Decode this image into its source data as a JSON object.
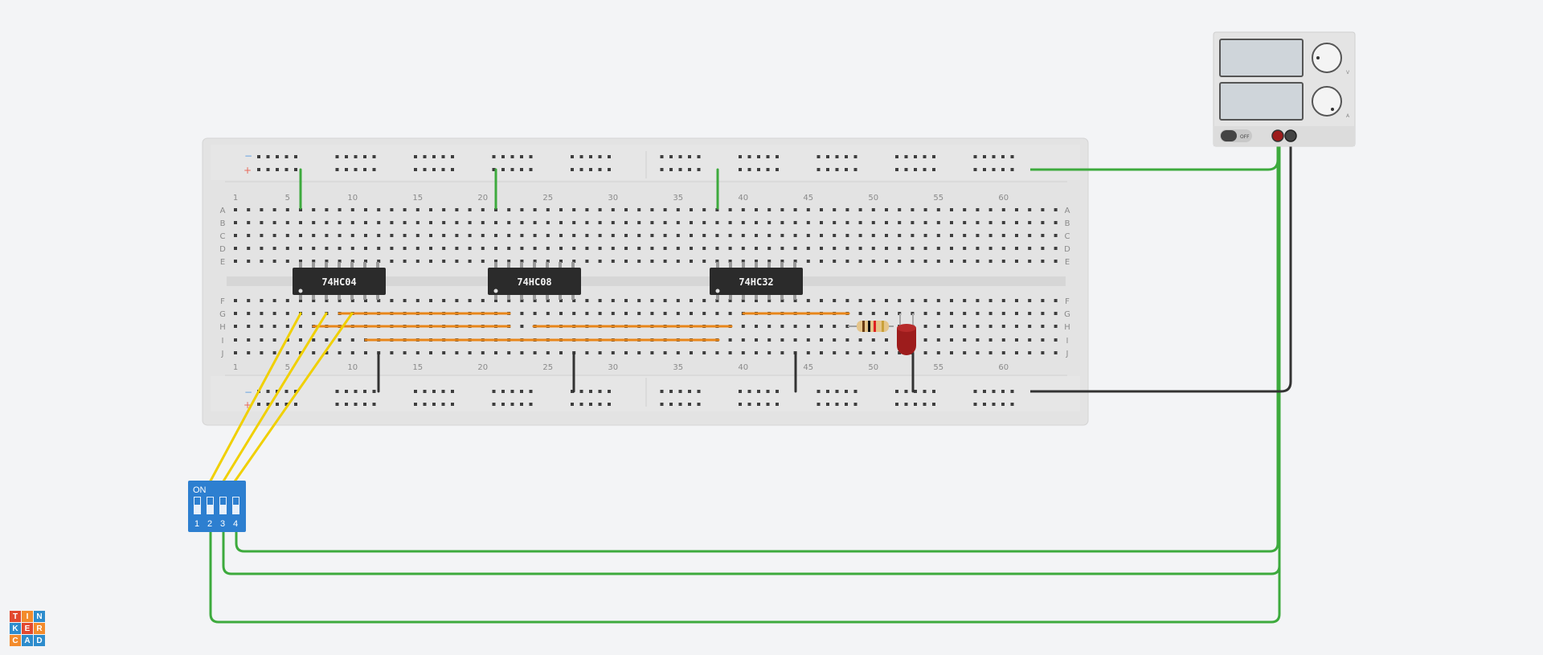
{
  "app": {
    "logo_letters": [
      "T",
      "I",
      "N",
      "K",
      "E",
      "R",
      "C",
      "A",
      "D"
    ],
    "logo_colors": [
      "#e2492f",
      "#f38b2c",
      "#2d8ccd",
      "#2d8ccd",
      "#e2492f",
      "#f38b2c",
      "#f38b2c",
      "#2d8ccd",
      "#2d8ccd"
    ]
  },
  "breadboard": {
    "row_letters_top": [
      "A",
      "B",
      "C",
      "D",
      "E"
    ],
    "row_letters_bottom": [
      "F",
      "G",
      "H",
      "I",
      "J"
    ],
    "column_numbers": [
      "1",
      "5",
      "10",
      "15",
      "20",
      "25",
      "30",
      "35",
      "40",
      "45",
      "50",
      "55",
      "60"
    ],
    "rail_minus": "−",
    "rail_plus": "+"
  },
  "chips": [
    {
      "id": "u1",
      "label": "74HC04"
    },
    {
      "id": "u2",
      "label": "74HC08"
    },
    {
      "id": "u3",
      "label": "74HC32"
    }
  ],
  "dip_switch": {
    "on_label": "ON",
    "switch_numbers": [
      "1",
      "2",
      "3",
      "4"
    ]
  },
  "power_supply": {
    "off_label": "OFF",
    "voltage_knob_label": "V",
    "current_knob_label": "A"
  },
  "colors": {
    "wire_green": "#3daa3d",
    "wire_yellow": "#f0d000",
    "wire_orange": "#e8861a",
    "wire_black": "#333333",
    "dip_blue": "#2d7fd0",
    "led_red": "#9d1c1c",
    "chip_body": "#2b2b2b",
    "breadboard": "#e3e3e3"
  }
}
